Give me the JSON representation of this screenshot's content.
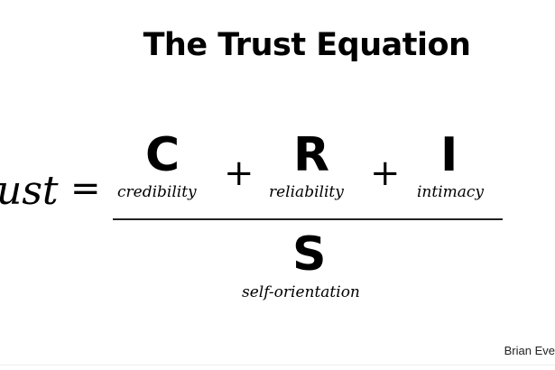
{
  "title": "The Trust Equation",
  "equation": {
    "lhs": "ust",
    "equals": "=",
    "plus": "+",
    "numerator": [
      {
        "letter": "C",
        "label": "credibility"
      },
      {
        "letter": "R",
        "label": "reliability"
      },
      {
        "letter": "I",
        "label": "intimacy"
      }
    ],
    "denominator": {
      "letter": "S",
      "label": "self-orientation"
    }
  },
  "credit": "Brian Eve"
}
